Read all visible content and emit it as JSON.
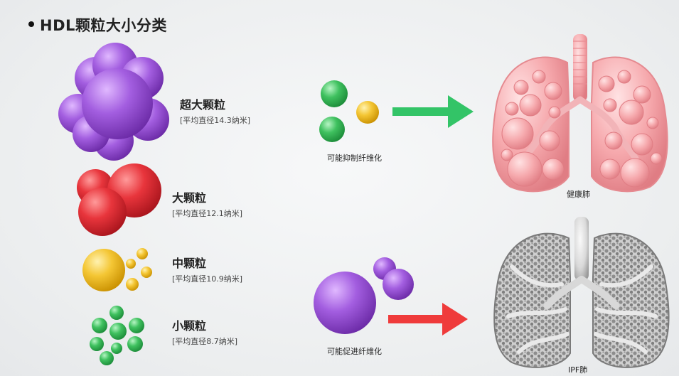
{
  "title": "HDL颗粒大小分类",
  "classes": [
    {
      "name": "超大颗粒",
      "size": "[平均直径14.3纳米]"
    },
    {
      "name": "大颗粒",
      "size": "[平均直径12.1纳米]"
    },
    {
      "name": "中颗粒",
      "size": "[平均直径10.9纳米]"
    },
    {
      "name": "小颗粒",
      "size": "[平均直径8.7纳米]"
    }
  ],
  "effects": {
    "inhibit": "可能抑制纤维化",
    "promote": "可能促进纤维化"
  },
  "lungs": {
    "healthy": "健康肺",
    "ipf": "IPF肺"
  },
  "colors": {
    "purple": "#9b4fd6",
    "red": "#e0323a",
    "yellow": "#f1c232",
    "green": "#3bbf5c",
    "arrow_green": "#33c467",
    "arrow_red": "#ef3b3b",
    "lung_pink": "#f5a8ad"
  }
}
